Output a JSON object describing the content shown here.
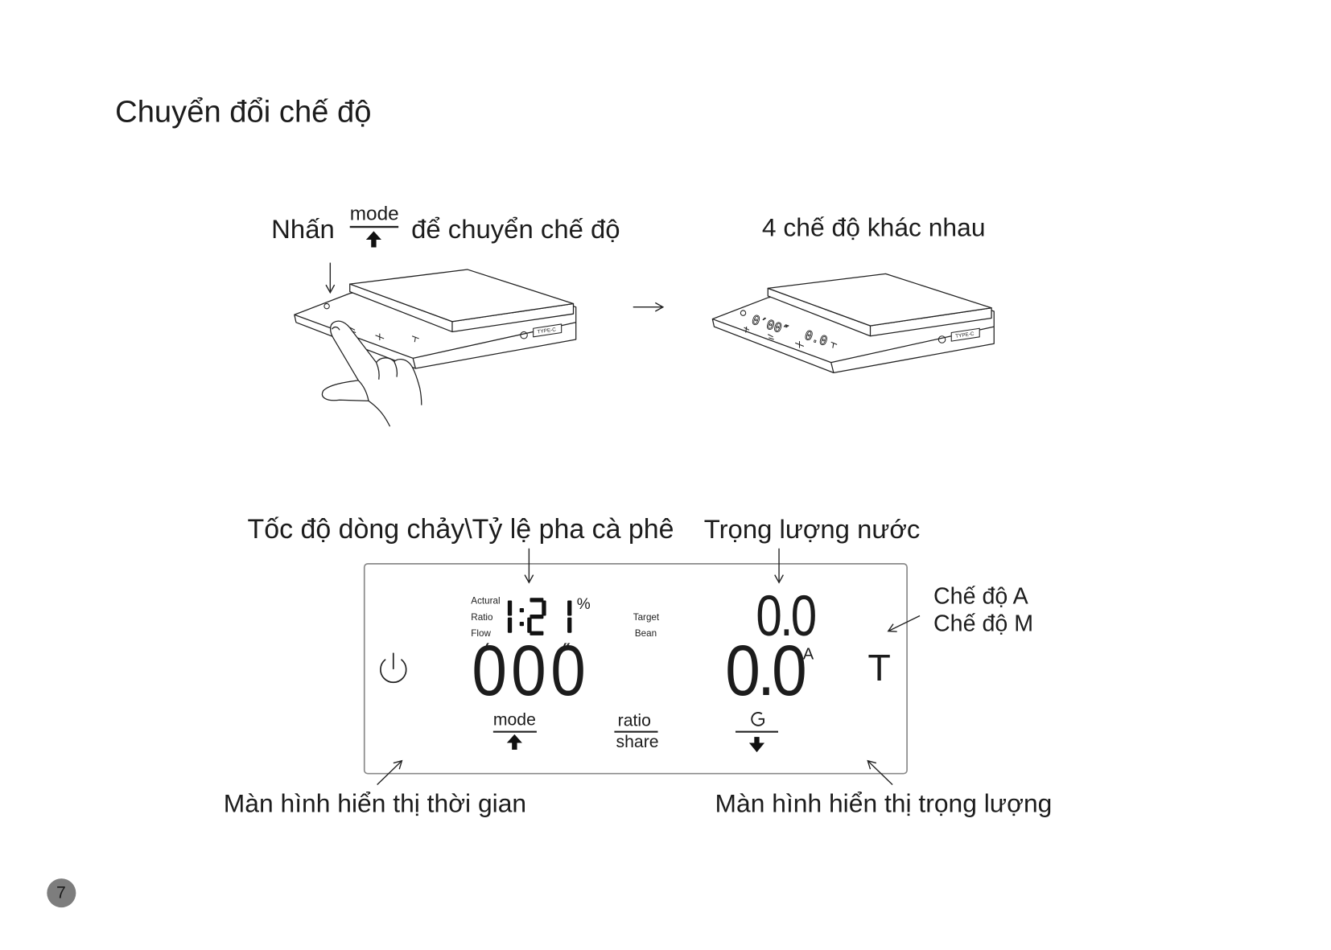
{
  "title": "Chuyển đổi chế độ",
  "page_number": "7",
  "instruction": {
    "press": "Nhấn",
    "button_label": "mode",
    "button_icon": "arrow-up-icon",
    "action": "để chuyển chế độ",
    "result": "4 chế độ khác nhau"
  },
  "illustration": {
    "port_label": "TYPE-C",
    "display_time": "0′00″",
    "display_weight": "0.0"
  },
  "callouts": {
    "flow_ratio": "Tốc độ dòng chảy\\Tỷ lệ pha cà phê",
    "water_weight": "Trọng lượng nước",
    "mode_a": "Chế độ A",
    "mode_m": "Chế độ M",
    "time_display": "Màn hình hiển thị thời gian",
    "weight_display": "Màn hình hiển thị trọng lượng"
  },
  "panel": {
    "labels_left": [
      "Actural",
      "Ratio",
      "Flow"
    ],
    "ratio_readout": "1:21",
    "percent_sign": "%",
    "labels_right": [
      "Target",
      "Bean"
    ],
    "target_readout": "0.0",
    "time_minutes": "0",
    "minute_mark": "′",
    "time_seconds": "00",
    "second_mark": "″",
    "weight_readout": "0.0",
    "weight_mode": "A",
    "tare_key": "T",
    "mode_key": "mode",
    "ratio_key_top": "ratio",
    "ratio_key_bottom": "share",
    "icons": {
      "power": "power-icon",
      "mode": "arrow-up-icon",
      "unit": "refresh-icon",
      "unit_arrow": "arrow-down-icon"
    }
  }
}
